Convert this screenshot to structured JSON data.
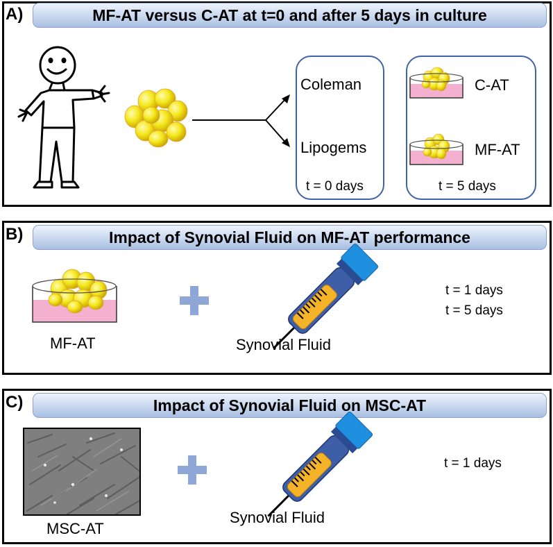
{
  "panel_a": {
    "label": "A)",
    "title": "MF-AT versus  C-AT at t=0 and after 5 days in culture",
    "method_1": "Coleman",
    "method_2": "Lipogems",
    "time_0": "t = 0 days",
    "culture_1": "C-AT",
    "culture_2": "MF-AT",
    "time_5": "t = 5 days"
  },
  "panel_b": {
    "label": "B)",
    "title": "Impact of Synovial Fluid on MF-AT performance",
    "dish_label": "MF-AT",
    "syringe_label": "Synovial Fluid",
    "time_1": "t = 1 days",
    "time_2": "t = 5 days"
  },
  "panel_c": {
    "label": "C)",
    "title": "Impact of Synovial Fluid on MSC-AT",
    "image_label": "MSC-AT",
    "syringe_label": "Synovial Fluid",
    "time_1": "t = 1 days"
  },
  "colors": {
    "banner_border": "#8aa4cc",
    "box_border": "#3f63a7",
    "fat_yellow": "#f4e81c",
    "medium_pink": "#f3b0cf",
    "plus_blue": "#8fa7d6",
    "syringe_barrel": "#3e5fa8",
    "syringe_cap": "#1f8fe0",
    "syringe_fluid": "#f5b329"
  }
}
